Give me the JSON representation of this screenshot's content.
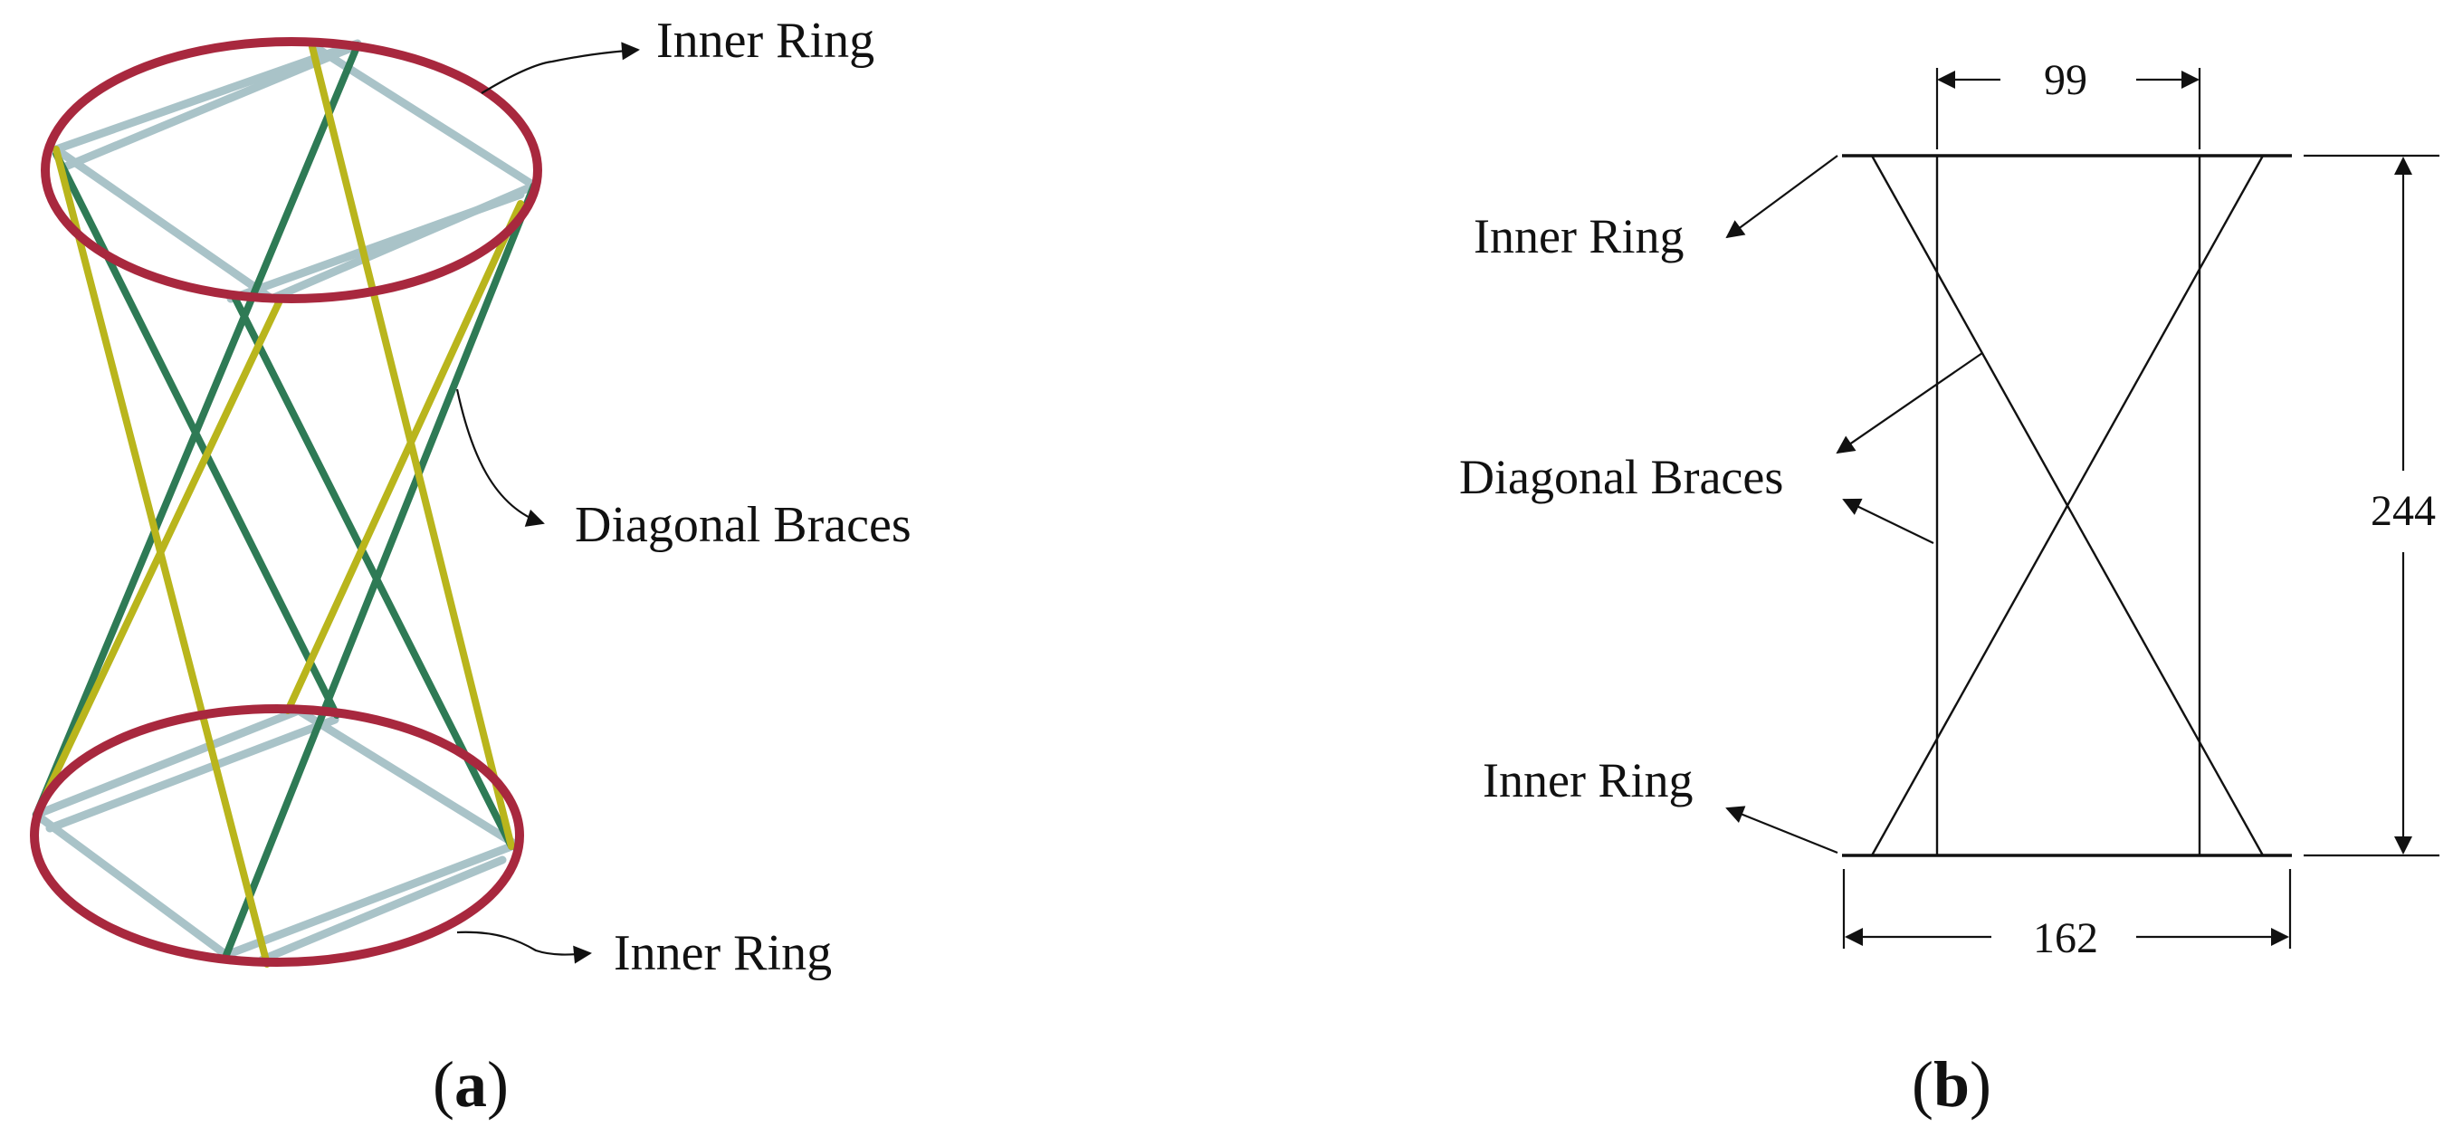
{
  "panel_a": {
    "labels": {
      "inner_ring_top": "Inner Ring",
      "diagonal_braces": "Diagonal Braces",
      "inner_ring_bottom": "Inner Ring"
    },
    "caption": {
      "open": "(",
      "letter": "a",
      "close": ")"
    },
    "colors": {
      "ring": "#a8283e",
      "cross_bar": "#a9c3c8",
      "brace_green": "#2e7a55",
      "brace_yellow": "#b9b51c"
    }
  },
  "panel_b": {
    "labels": {
      "inner_ring_top": "Inner Ring",
      "diagonal_braces": "Diagonal Braces",
      "inner_ring_bottom": "Inner Ring"
    },
    "dimensions": {
      "top_width": "99",
      "height": "244",
      "bottom_width": "162"
    },
    "caption": {
      "open": "(",
      "letter": "b",
      "close": ")"
    }
  }
}
